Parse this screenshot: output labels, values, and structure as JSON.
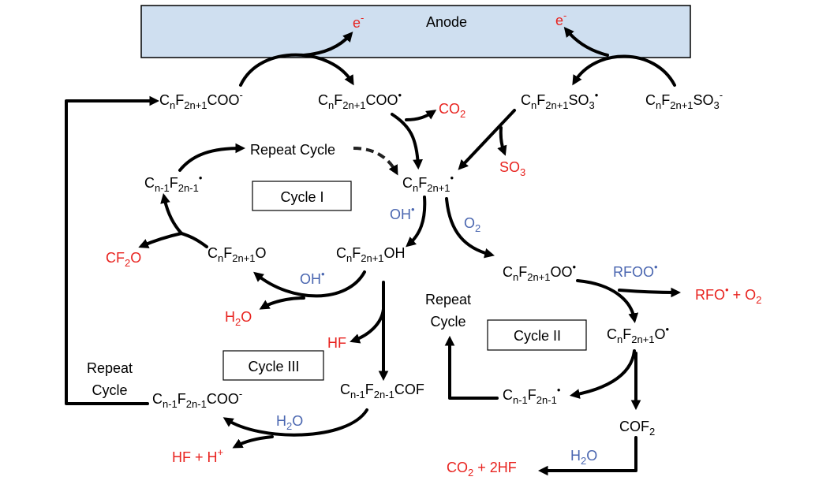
{
  "anode": {
    "label": "Anode"
  },
  "electrons": {
    "left": "e",
    "right": "e",
    "charge": "-"
  },
  "species": {
    "carboxylate_anion": {
      "base": "C",
      "n": "n",
      "f": "F",
      "sub2": "2n+1",
      "tail": "COO",
      "charge": "-"
    },
    "carboxyl_radical": {
      "base": "C",
      "n": "n",
      "f": "F",
      "sub2": "2n+1",
      "tail": "COO",
      "dot": "•"
    },
    "sulfonyl_radical": {
      "base": "C",
      "n": "n",
      "f": "F",
      "sub2": "2n+1",
      "tail": "SO",
      "sub3": "3",
      "dot": "•"
    },
    "sulfonate_anion": {
      "base": "C",
      "n": "n",
      "f": "F",
      "sub2": "2n+1",
      "tail": "SO",
      "sub3": "3",
      "charge": "-"
    },
    "perfluoroalkyl_radical": {
      "base": "C",
      "n": "n",
      "f": "F",
      "sub2": "2n+1",
      "dot": "•"
    },
    "shortened_radical": {
      "base": "C",
      "n": "n-1",
      "f": "F",
      "sub2": "2n-1",
      "dot": "•"
    },
    "alkoxy": {
      "base": "C",
      "n": "n",
      "f": "F",
      "sub2": "2n+1",
      "tail": "O"
    },
    "alcohol": {
      "base": "C",
      "n": "n",
      "f": "F",
      "sub2": "2n+1",
      "tail": "OH"
    },
    "peroxyl": {
      "base": "C",
      "n": "n",
      "f": "F",
      "sub2": "2n+1",
      "tail": "OO",
      "dot": "•"
    },
    "alkoxyl_radical": {
      "base": "C",
      "n": "n",
      "f": "F",
      "sub2": "2n+1",
      "tail": "O",
      "dot": "•"
    },
    "acyl_fluoride": {
      "base": "C",
      "n": "n-1",
      "f": "F",
      "sub2": "2n-1",
      "tail": "COF"
    },
    "short_carboxylate": {
      "base": "C",
      "n": "n-1",
      "f": "F",
      "sub2": "2n-1",
      "tail": "COO",
      "charge": "-"
    },
    "short_radical_c2": {
      "base": "C",
      "n": "n-1",
      "f": "F",
      "sub2": "2n-1",
      "dot": "•"
    },
    "cof2": {
      "base": "COF",
      "sub": "2"
    }
  },
  "byproducts": {
    "co2": {
      "base": "CO",
      "sub": "2"
    },
    "so3": {
      "base": "SO",
      "sub": "3"
    },
    "cf2o": {
      "a": "CF",
      "sub": "2",
      "b": "O"
    },
    "h2o": {
      "a": "H",
      "sub": "2",
      "b": "O"
    },
    "hf": "HF",
    "hf_hplus": {
      "text": "HF + H",
      "sup": "+"
    },
    "rfo_o2": {
      "a": "RFO",
      "dot": "•",
      "b": " + O",
      "sub": "2"
    },
    "co2_2hf": {
      "a": "CO",
      "sub": "2",
      "b": " + 2HF"
    }
  },
  "reagents": {
    "oh_radical": {
      "text": "OH",
      "dot": "•"
    },
    "o2": {
      "text": "O",
      "sub": "2"
    },
    "rfoo": {
      "text": "RFOO",
      "dot": "•"
    },
    "h2o": {
      "a": "H",
      "sub": "2",
      "b": "O"
    }
  },
  "cycles": {
    "cycle1": "Cycle I",
    "cycle2": "Cycle II",
    "cycle3": "Cycle III"
  },
  "repeat": {
    "top": "Repeat Cycle",
    "right_line1": "Repeat",
    "right_line2": "Cycle",
    "left_line1": "Repeat",
    "left_line2": "Cycle"
  }
}
